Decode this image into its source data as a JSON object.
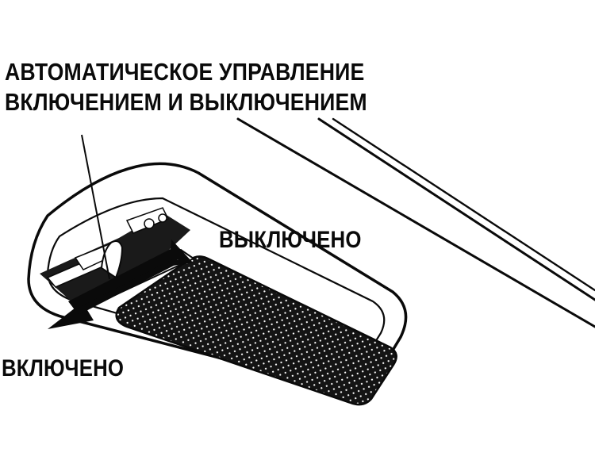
{
  "labels": {
    "auto_line1": "АВТОМАТИЧЕСКОЕ УПРАВЛЕНИЕ",
    "auto_line2": "ВКЛЮЧЕНИЕМ И ВЫКЛЮЧЕНИЕМ",
    "off": "ВЫКЛЮЧЕНО",
    "on": "ВКЛЮЧЕНО"
  },
  "colors": {
    "ink": "#0a0a0a",
    "paper": "#ffffff"
  }
}
